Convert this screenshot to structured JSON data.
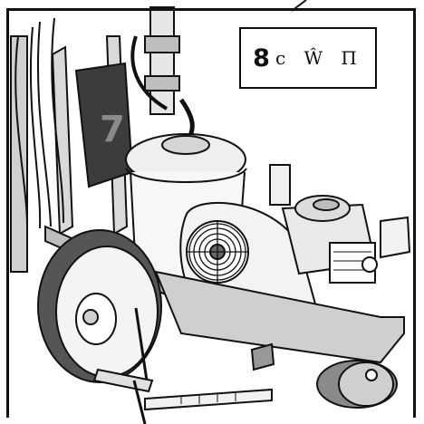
{
  "illustration": {
    "subject": "line-striper-machine-icon",
    "wheel_badge": "7"
  },
  "label": {
    "main": "8",
    "rest": "c Ŵ Π"
  },
  "colors": {
    "ink": "#111111",
    "background": "#ffffff",
    "shade_dark": "#3c3c3c",
    "shade_mid": "#9a9a9a",
    "shade_light": "#e6e6e6"
  }
}
